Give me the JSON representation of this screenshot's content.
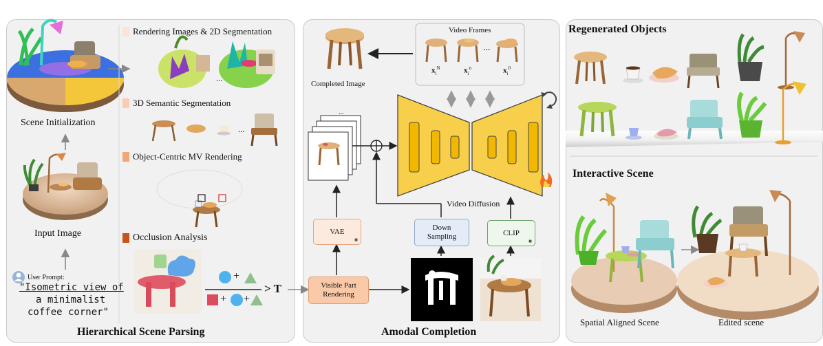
{
  "panels": {
    "left_title": "Hierarchical Scene Parsing",
    "mid_title": "Amodal Completion",
    "regen_title": "Regenerated Objects",
    "interactive_title": "Interactive Scene"
  },
  "left": {
    "scene_init": "Scene Initialization",
    "input_image": "Input Image",
    "user_prompt_label": "User Prompt:",
    "prompt_line1": "\"Isometric view of",
    "prompt_line2": "a minimalist",
    "prompt_line3": "coffee corner\""
  },
  "steps": {
    "s1": "Rendering Images & 2D Segmentation",
    "s2": "3D Semantic Segmentation",
    "s3": "Object-Centric MV Rendering",
    "s4": "Occlusion Analysis",
    "ellipsis": "...",
    "gt_label": "> T"
  },
  "amodal": {
    "video_frames": "Video Frames",
    "completed_image": "Completed Image",
    "frame_n": "x",
    "frame_n_sup": "N",
    "frame_n_sub": "i",
    "frame_mid_sup": "n",
    "frame_mid_sub": "i",
    "frame_0_sup": "0",
    "frame_0_sub": "i",
    "dots": "...",
    "video_diffusion": "Video Diffusion",
    "vae": "VAE",
    "down_sampling_1": "Down",
    "down_sampling_2": "Sampling",
    "clip": "CLIP",
    "visible_part_1": "Visible Part",
    "visible_part_2": "Rendering",
    "plus": "+"
  },
  "right": {
    "spatial_aligned": "Spatial Aligned Scene",
    "edited_scene": "Edited scene"
  },
  "colors": {
    "unet_fill": "#f8cf4b",
    "unet_block": "#f2b800",
    "vae_fill": "#fdeadf",
    "vae_border": "#e7a284",
    "down_fill": "#e4ecf7",
    "down_border": "#8fa8c8",
    "clip_fill": "#eef7ec",
    "clip_border": "#6fa46a",
    "visible_fill": "#f9c9a8",
    "step1": "#fbe3d6",
    "step2": "#f8cdb1",
    "step3": "#f2a678",
    "step4": "#c7561d"
  }
}
